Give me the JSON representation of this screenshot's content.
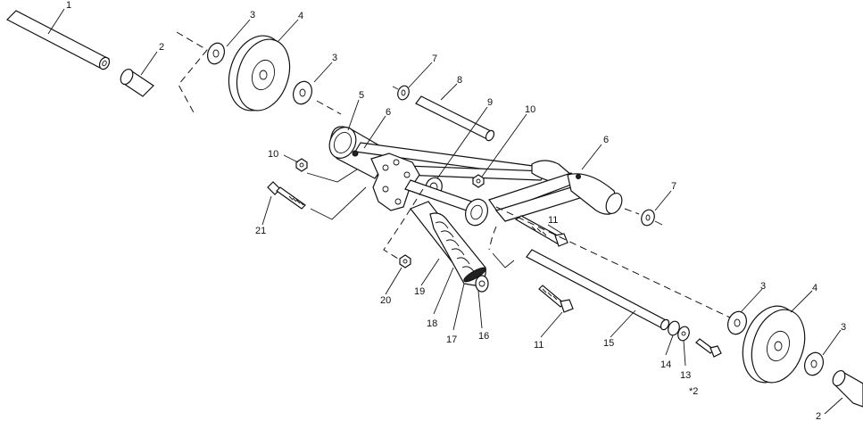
{
  "callouts": [
    {
      "id": "c1",
      "text": "1"
    },
    {
      "id": "c2a",
      "text": "2"
    },
    {
      "id": "c3a",
      "text": "3"
    },
    {
      "id": "c4a",
      "text": "4"
    },
    {
      "id": "c3b",
      "text": "3"
    },
    {
      "id": "c7a",
      "text": "7"
    },
    {
      "id": "c8a",
      "text": "8"
    },
    {
      "id": "c5",
      "text": "5"
    },
    {
      "id": "c6a",
      "text": "6"
    },
    {
      "id": "c9",
      "text": "9"
    },
    {
      "id": "c10a",
      "text": "10"
    },
    {
      "id": "c6b",
      "text": "6"
    },
    {
      "id": "c10b",
      "text": "10"
    },
    {
      "id": "c7b",
      "text": "7"
    },
    {
      "id": "c21",
      "text": "21"
    },
    {
      "id": "c11a",
      "text": "11"
    },
    {
      "id": "c20",
      "text": "20"
    },
    {
      "id": "c19",
      "text": "19"
    },
    {
      "id": "c18",
      "text": "18"
    },
    {
      "id": "c17",
      "text": "17"
    },
    {
      "id": "c16",
      "text": "16"
    },
    {
      "id": "c11b",
      "text": "11"
    },
    {
      "id": "c15",
      "text": "15"
    },
    {
      "id": "c14",
      "text": "14"
    },
    {
      "id": "c13",
      "text": "13"
    },
    {
      "id": "c12",
      "text": "*2"
    },
    {
      "id": "c3c",
      "text": "3"
    },
    {
      "id": "c4b",
      "text": "4"
    },
    {
      "id": "c3d",
      "text": "3"
    },
    {
      "id": "c2b",
      "text": "2"
    }
  ]
}
